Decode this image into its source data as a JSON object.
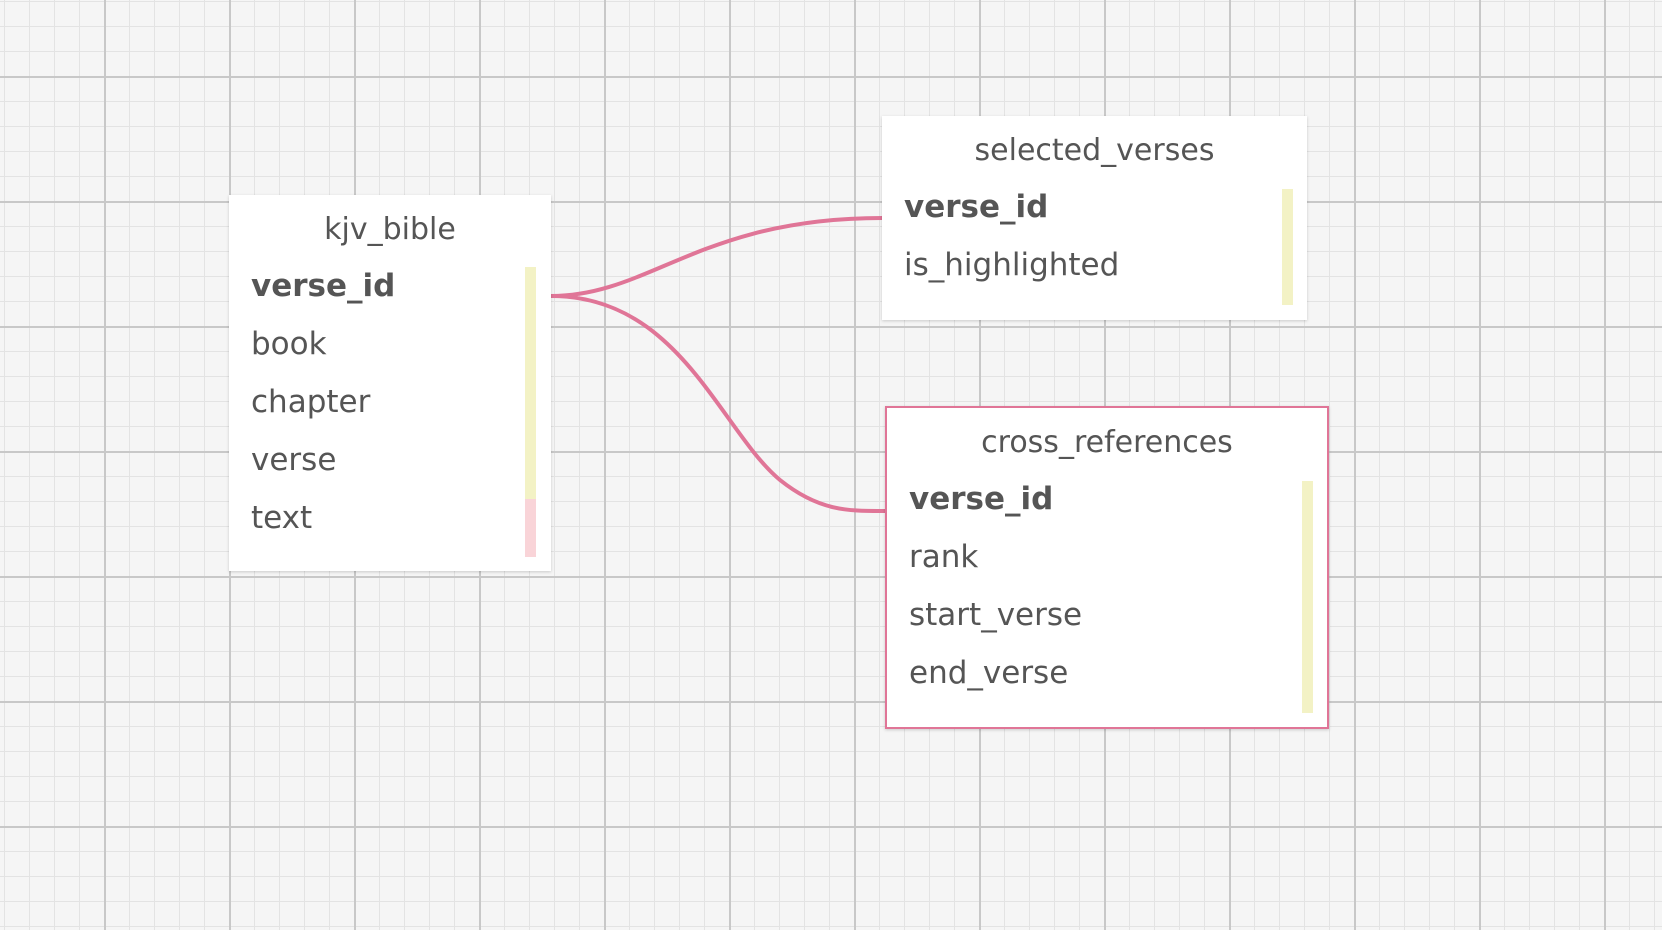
{
  "colors": {
    "background": "#f5f5f5",
    "grid_major": "#c8c8c8",
    "grid_minor": "#e3e3e3",
    "table_background": "#ffffff",
    "text": "#555555",
    "relation_line": "#e07597",
    "selected_border": "#e07597",
    "key_bar": "#f3f2c5",
    "data_bar": "#f9d4d8"
  },
  "tables": {
    "kjv_bible": {
      "title": "kjv_bible",
      "fields": [
        {
          "name": "verse_id",
          "is_key": true,
          "bar_color": "#f3f2c5"
        },
        {
          "name": "book",
          "is_key": false,
          "bar_color": "#f3f2c5"
        },
        {
          "name": "chapter",
          "is_key": false,
          "bar_color": "#f3f2c5"
        },
        {
          "name": "verse",
          "is_key": false,
          "bar_color": "#f3f2c5"
        },
        {
          "name": "text",
          "is_key": false,
          "bar_color": "#f9d4d8"
        }
      ]
    },
    "selected_verses": {
      "title": "selected_verses",
      "fields": [
        {
          "name": "verse_id",
          "is_key": true,
          "bar_color": "#f3f2c5"
        },
        {
          "name": "is_highlighted",
          "is_key": false,
          "bar_color": "#f3f2c5"
        }
      ]
    },
    "cross_references": {
      "title": "cross_references",
      "selected": true,
      "fields": [
        {
          "name": "verse_id",
          "is_key": true,
          "bar_color": "#f3f2c5"
        },
        {
          "name": "rank",
          "is_key": false,
          "bar_color": "#f3f2c5"
        },
        {
          "name": "start_verse",
          "is_key": false,
          "bar_color": "#f3f2c5"
        },
        {
          "name": "end_verse",
          "is_key": false,
          "bar_color": "#f3f2c5"
        }
      ]
    }
  },
  "relations": [
    {
      "from_table": "kjv_bible",
      "from_field": "verse_id",
      "to_table": "selected_verses",
      "to_field": "verse_id"
    },
    {
      "from_table": "kjv_bible",
      "from_field": "verse_id",
      "to_table": "cross_references",
      "to_field": "verse_id"
    }
  ]
}
